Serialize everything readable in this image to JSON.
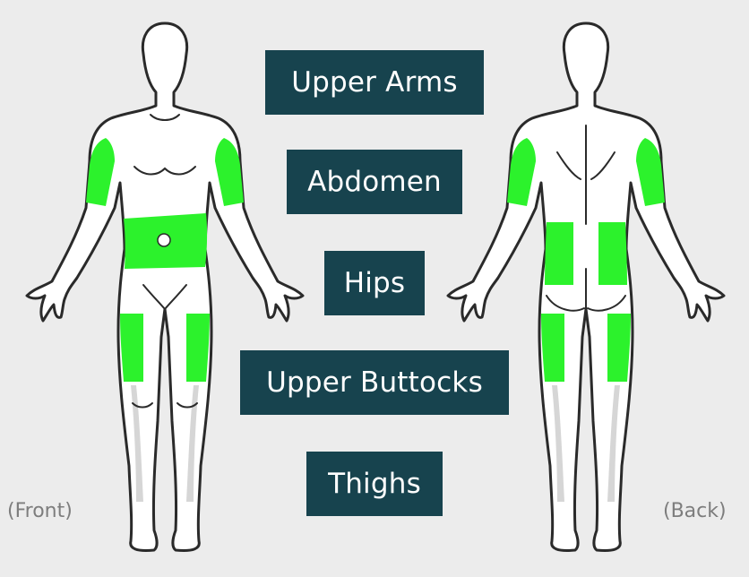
{
  "colors": {
    "background": "#ececec",
    "label_box": "#17434e",
    "label_text": "#ffffff",
    "injection_site": "#2cf22c",
    "view_label": "#7d7d7d"
  },
  "labels": {
    "upper_arms": "Upper Arms",
    "abdomen": "Abdomen",
    "hips": "Hips",
    "upper_buttocks": "Upper Buttocks",
    "thighs": "Thighs"
  },
  "views": {
    "front": "(Front)",
    "back": "(Back)"
  }
}
